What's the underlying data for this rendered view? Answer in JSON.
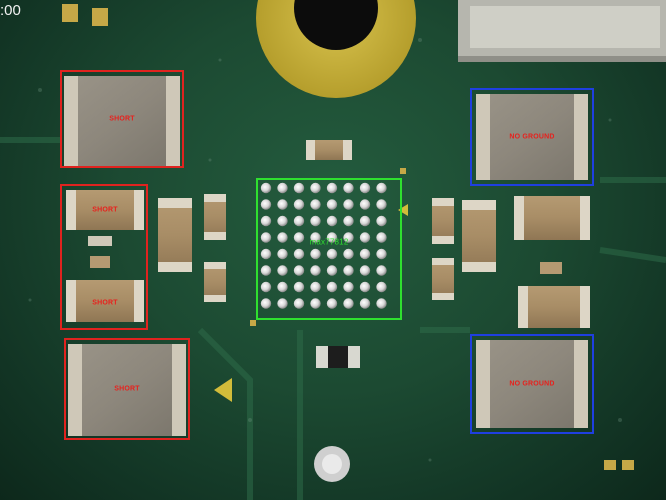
{
  "overlay": {
    "timestamp": ":00",
    "labels": {
      "short_1": "SHORT",
      "short_2": "SHORT",
      "short_3": "SHORT",
      "short_4": "SHORT",
      "no_ground_1": "NO GROUND",
      "no_ground_2": "NO GROUND",
      "chip": "max77812"
    },
    "colors": {
      "short_box": "#e0231f",
      "no_ground_box": "#1f3fe0",
      "chip_box": "#2fe02f",
      "label_text": "#e8201c"
    }
  }
}
